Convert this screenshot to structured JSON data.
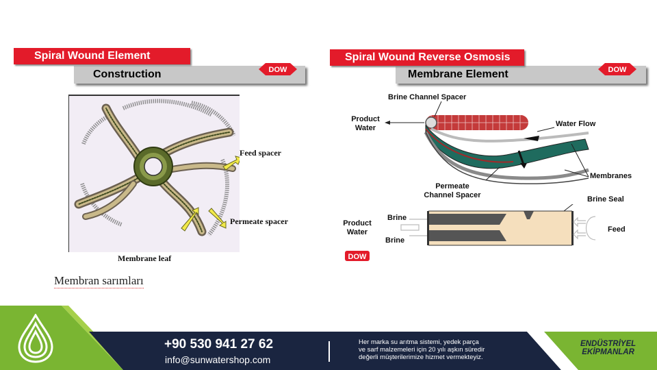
{
  "left_panel": {
    "title_red": "Spiral Wound Element",
    "title_gray": "Construction",
    "logo": "DOW",
    "labels": {
      "feed_spacer": "Feed spacer",
      "permeate_spacer": "Permeate spacer",
      "membrane_leaf": "Membrane leaf"
    }
  },
  "caption": "Membran sarımları",
  "right_panel": {
    "title_red": "Spiral Wound Reverse Osmosis",
    "title_gray": "Membrane Element",
    "logo": "DOW",
    "bottom_logo": "DOW",
    "labels": {
      "brine_channel_spacer": "Brine Channel Spacer",
      "product_water_1": "Product",
      "product_water_2": "Water",
      "water_flow": "Water Flow",
      "membranes": "Membranes",
      "permeate_channel_1": "Permeate",
      "permeate_channel_2": "Channel Spacer",
      "brine_seal": "Brine Seal",
      "brine_top": "Brine",
      "brine_bottom": "Brine",
      "product_water_b1": "Product",
      "product_water_b2": "Water",
      "feed": "Feed"
    }
  },
  "footer": {
    "phone": "+90 530 941 27 62",
    "email": "info@sunwatershop.com",
    "tagline_1": "Her marka su arıtma sistemi, yedek parça",
    "tagline_2": "ve sarf malzemeleri için 20 yılı aşkın süredir",
    "tagline_3": "değerli müşterilerimize hizmet vermekteyiz.",
    "brand_1": "ENDÜSTRİYEL",
    "brand_2": "EKİPMANLAR",
    "colors": {
      "navy": "#1a2540",
      "green": "#7ab532",
      "light_green": "#a6d04a"
    }
  }
}
